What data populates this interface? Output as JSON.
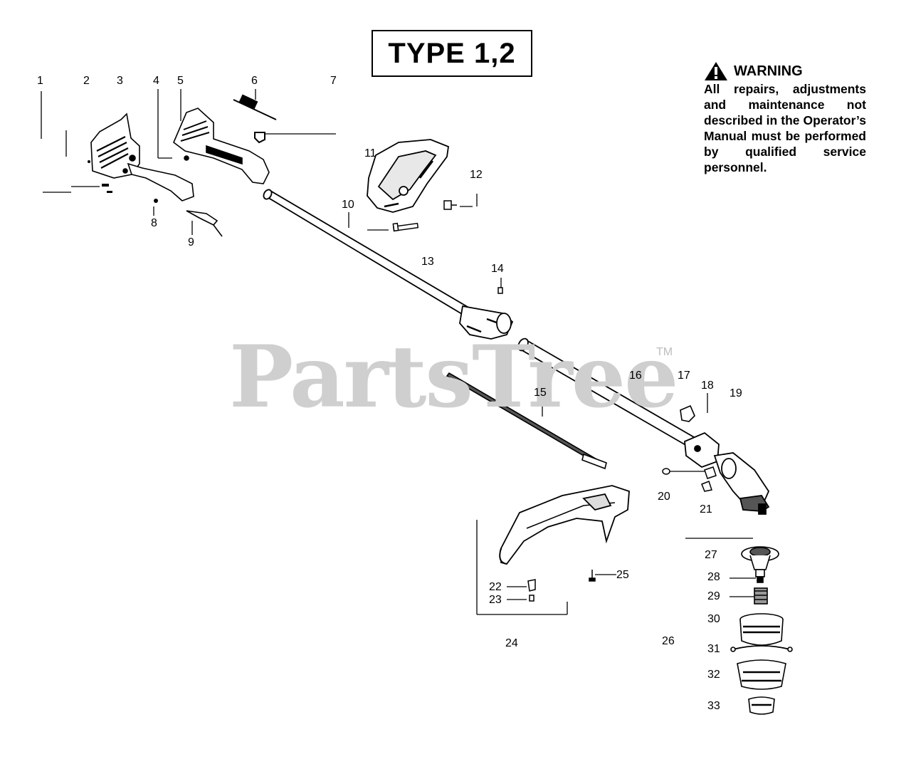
{
  "title": "TYPE 1,2",
  "warning": {
    "heading": "WARNING",
    "text": "All repairs, adjustments and maintenance not described in the Operator’s Manual must be performed by qualified service personnel."
  },
  "watermark": {
    "text": "PartsTree",
    "tm": "TM"
  },
  "callouts": [
    "1",
    "2",
    "3",
    "4",
    "5",
    "6",
    "7",
    "8",
    "9",
    "10",
    "11",
    "12",
    "13",
    "14",
    "15",
    "16",
    "17",
    "18",
    "19",
    "20",
    "21",
    "22",
    "23",
    "24",
    "25",
    "26",
    "27",
    "28",
    "29",
    "30",
    "31",
    "32",
    "33"
  ],
  "colors": {
    "ink": "#000000",
    "watermark": "#cfcfcf",
    "background": "#ffffff"
  }
}
